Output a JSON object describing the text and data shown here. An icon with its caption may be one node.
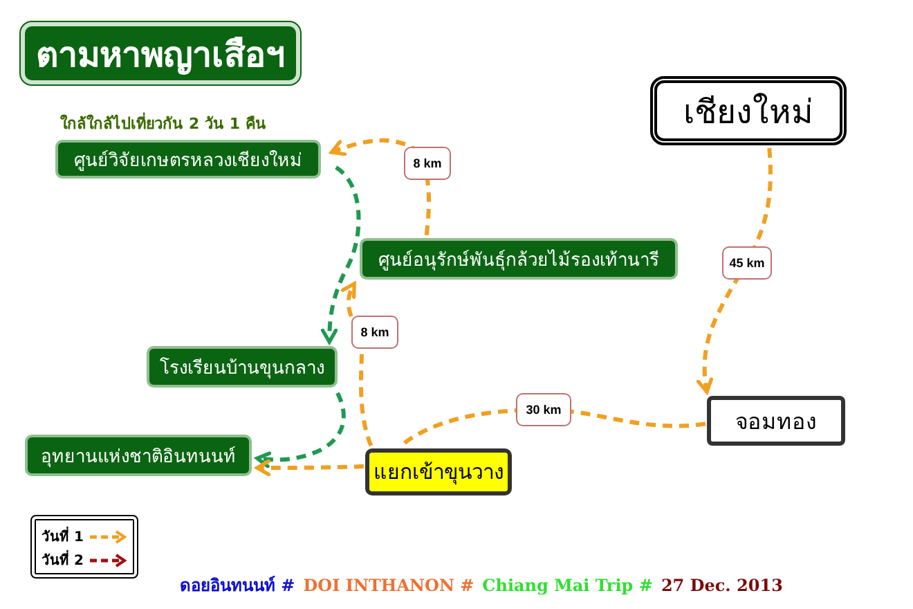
{
  "diagram": {
    "nodes": [
      {
        "text": [
          "ตามหาพญาเสือฯ"
        ]
      },
      {
        "text": [
          "เชียงใหม่"
        ]
      },
      {
        "text": [
          "ศูนย์วิจัยเกษตรหลวงเชียงใหม่"
        ]
      },
      {
        "text": [
          "ศูนย์อนุรักษ์พันธุ์กล้วยไม้รองเท้านารี"
        ]
      },
      {
        "text": [
          "โรงเรียนบ้านขุนกลาง"
        ]
      },
      {
        "text": [
          "จอมทอง"
        ]
      },
      {
        "text": [
          "อุทยานแห่งชาติอินทนนท์"
        ]
      },
      {
        "text": [
          "แยกเข้าขุนวาง"
        ]
      }
    ],
    "edges": [
      {
        "from": 1,
        "to": 5,
        "arrow": "to",
        "label": "45 km"
      },
      {
        "from": 5,
        "to": 7,
        "arrow": "none",
        "label": "30 km"
      },
      {
        "from": 7,
        "to": 3,
        "arrow": "to",
        "label": "8 km"
      },
      {
        "from": 3,
        "to": 2,
        "arrow": "to",
        "label": "8 km"
      },
      {
        "from": 2,
        "to": 4,
        "arrow": "to",
        "color": "#1e9a50"
      },
      {
        "from": 4,
        "to": 6,
        "arrow": "to",
        "color": "#1e9a50"
      },
      {
        "from": 7,
        "to": 6,
        "arrow": "to"
      }
    ],
    "labels": [
      "ใกล้ใกล้ไปเที่ยวกัน 2 วัน 1 คืน",
      "ดอยอินทนนท์ #",
      "DOI INTHANON #",
      "Chiang Mai Trip #",
      "27 Dec. 2013"
    ],
    "legend": [
      {
        "text": "วันที่ 1"
      },
      {
        "text": "วันที่ 2"
      }
    ]
  }
}
